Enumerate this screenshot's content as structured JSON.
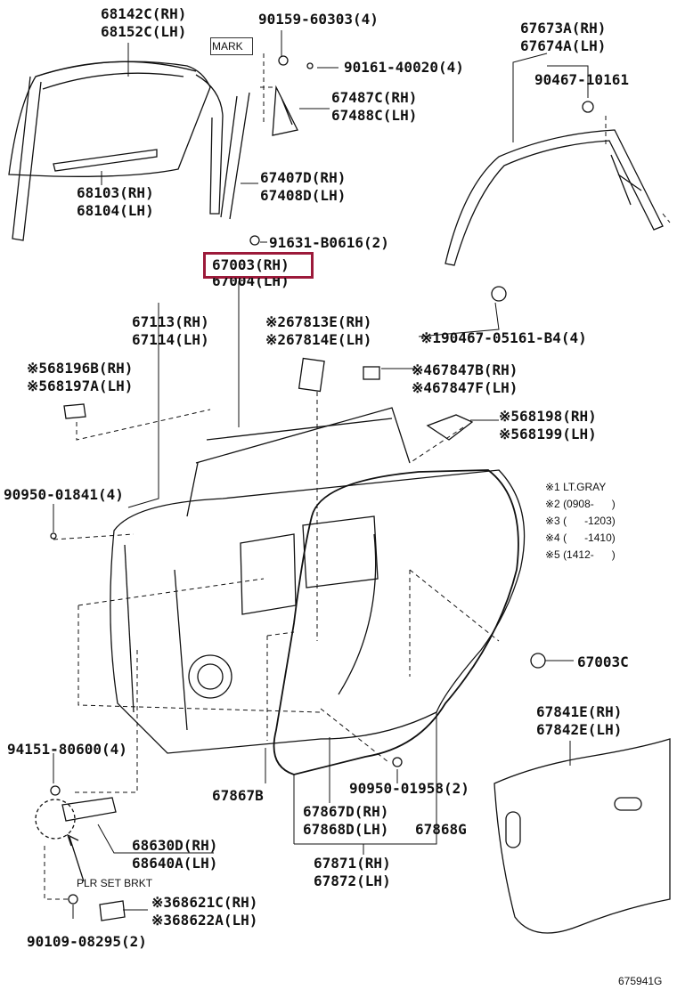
{
  "labels": {
    "win_glass_1": "68142C(RH)",
    "win_glass_2": "68152C(LH)",
    "mark": "MARK",
    "bolt_a": "90159-60303(4)",
    "screw_a": "90161-40020(4)",
    "garnish_1": "67487C(RH)",
    "garnish_2": "67488C(LH)",
    "regulator_1": "68103(RH)",
    "regulator_2": "68104(LH)",
    "channel_1": "67407D(RH)",
    "channel_2": "67408D(LH)",
    "bolt_b": "91631-B0616(2)",
    "frame_1": "67673A(RH)",
    "frame_2": "67674A(LH)",
    "clip_a": "90467-10161",
    "clip_b": "90467-05161-B4(4)",
    "clip_b_mark": "※1",
    "door_1": "67003(RH)",
    "door_2": "67004(LH)",
    "weather_1": "67113(RH)",
    "weather_2": "67114(LH)",
    "pad_1": "67813E(RH)",
    "pad_2": "67814E(LH)",
    "pad_mark": "※2",
    "hinge_l_1": "68196B(RH)",
    "hinge_l_2": "68197A(LH)",
    "hinge_l_mark": "※5",
    "cover_1": "67847B(RH)",
    "cover_2": "67847F(LH)",
    "cover_mark": "※4",
    "hinge_r_1": "68198(RH)",
    "hinge_r_2": "68199(LH)",
    "hinge_r_mark": "※5",
    "plug_a": "90950-01841(4)",
    "plug_b": "67003C",
    "liner_1": "67841E(RH)",
    "liner_2": "67842E(LH)",
    "bolt_c": "94151-80600(4)",
    "seal_b": "67867B",
    "plug_c": "90950-01958(2)",
    "seal_d_1": "67867D(RH)",
    "seal_d_2": "67868D(LH)",
    "seal_g": "67868G",
    "check_1": "68630D(RH)",
    "check_2": "68640A(LH)",
    "plr_set": "PLR SET BRKT",
    "outer_1": "67871(RH)",
    "outer_2": "67872(LH)",
    "check_plate_1": "68621C(RH)",
    "check_plate_2": "68622A(LH)",
    "check_plate_mark": "※3",
    "bolt_d": "90109-08295(2)",
    "diagram_id": "675941G"
  },
  "notes": [
    "※1 LT.GRAY",
    "※2 (0908-      )",
    "※3 (      -1203)",
    "※4 (      -1410)",
    "※5 (1412-      )"
  ]
}
